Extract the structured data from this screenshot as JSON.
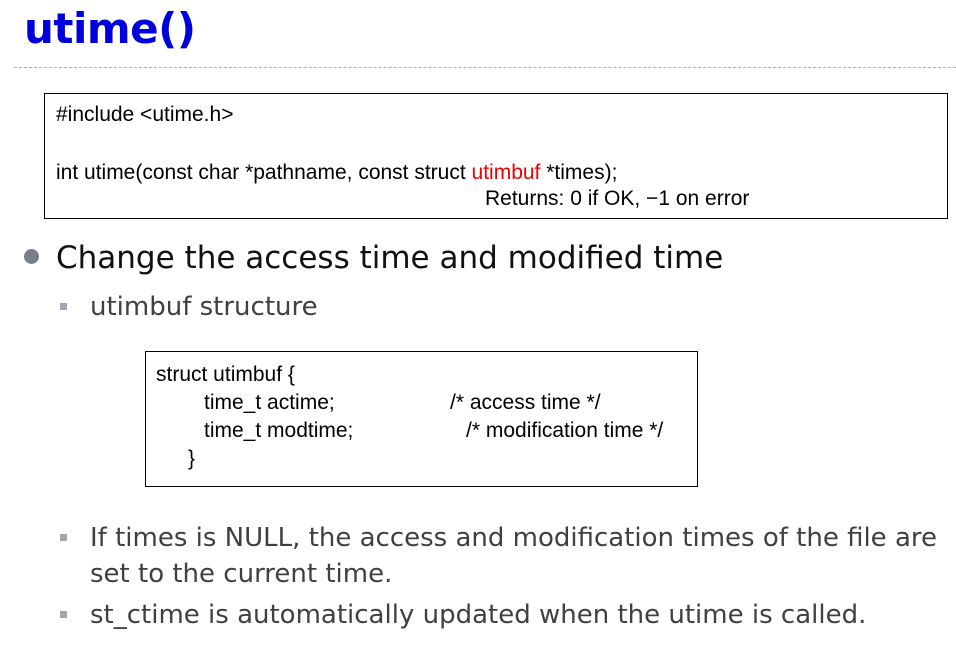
{
  "title": "utime()",
  "prototype_box": {
    "include_line": "#include <utime.h>",
    "signature_before": "int utime(const char *pathname, const struct ",
    "signature_highlight": "utimbuf",
    "signature_after": " *times);",
    "returns_line": "Returns: 0 if OK, −1 on error",
    "highlight_color": "#ee0000"
  },
  "bullets": {
    "main": "Change the access time and modified time",
    "sub1": "utimbuf structure",
    "sub2": "If times is NULL, the access and modification times of the  file are set to the current time.",
    "sub3": "st_ctime is automatically updated when the utime is called."
  },
  "struct_box": {
    "line1": "struct utimbuf {",
    "line2_code": "time_t actime;",
    "line2_comment": "/* access time */",
    "line3_code": "time_t modtime;",
    "line3_comment": "/* modification time */",
    "line4": "}"
  },
  "colors": {
    "title": "#0000dd",
    "bullet_dot": "#7a7f86",
    "sub_bullet_square": "#a0a6ad"
  }
}
